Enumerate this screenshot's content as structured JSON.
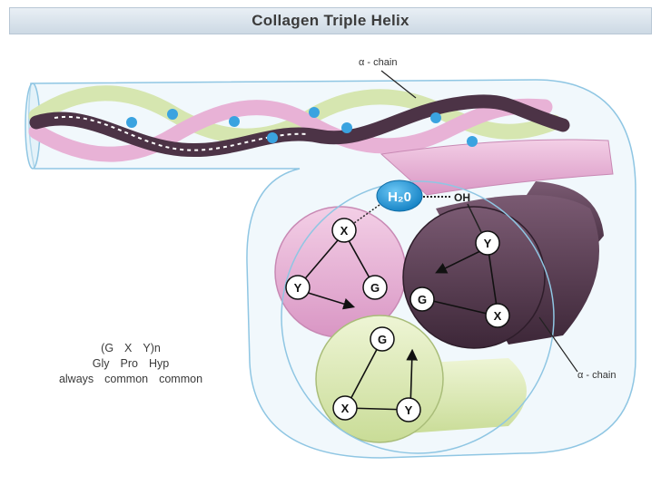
{
  "title": "Collagen Triple Helix",
  "labels": {
    "alpha_chain_top": "α - chain",
    "alpha_chain_right": "α - chain",
    "water": "H₂0",
    "hydroxyl": "OH"
  },
  "pink_circle": {
    "top": "X",
    "left": "Y",
    "right": "G"
  },
  "purple_circle": {
    "top": "Y",
    "left": "G",
    "right": "X"
  },
  "green_circle": {
    "top": "G",
    "left": "X",
    "right": "Y"
  },
  "formula": {
    "line1": [
      "(G",
      "X",
      "Y)n"
    ],
    "line2": [
      "Gly",
      "Pro",
      "Hyp"
    ],
    "line3": [
      "always",
      "common",
      "common"
    ]
  },
  "colors": {
    "pink": "#e7b2d6",
    "purple": "#5b3f55",
    "green": "#dde9b8",
    "water": "#1e9be0",
    "outline": "#8fc6e3"
  }
}
